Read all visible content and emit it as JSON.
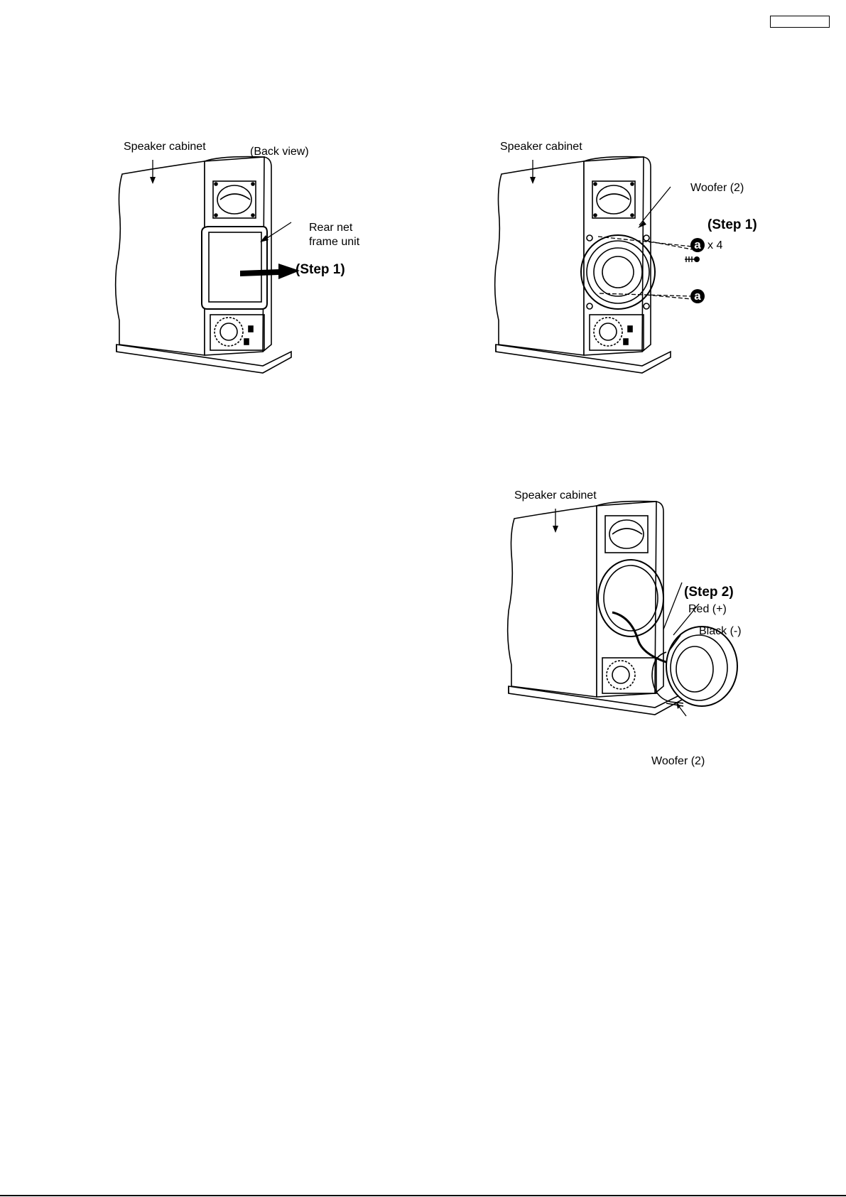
{
  "figure_1": {
    "cabinet_label": "Speaker cabinet",
    "view_label": "(Back view)",
    "part_label_line1": "Rear net",
    "part_label_line2": "frame unit",
    "step_label": "(Step 1)"
  },
  "figure_2": {
    "cabinet_label": "Speaker cabinet",
    "part_label": "Woofer (2)",
    "step_label": "(Step 1)",
    "screw_symbol": "a",
    "screw_qty": "x 4"
  },
  "figure_3": {
    "cabinet_label": "Speaker cabinet",
    "step_label": "(Step 2)",
    "wire_red": "Red (+)",
    "wire_black": "Black (-)",
    "part_label": "Woofer (2)"
  }
}
